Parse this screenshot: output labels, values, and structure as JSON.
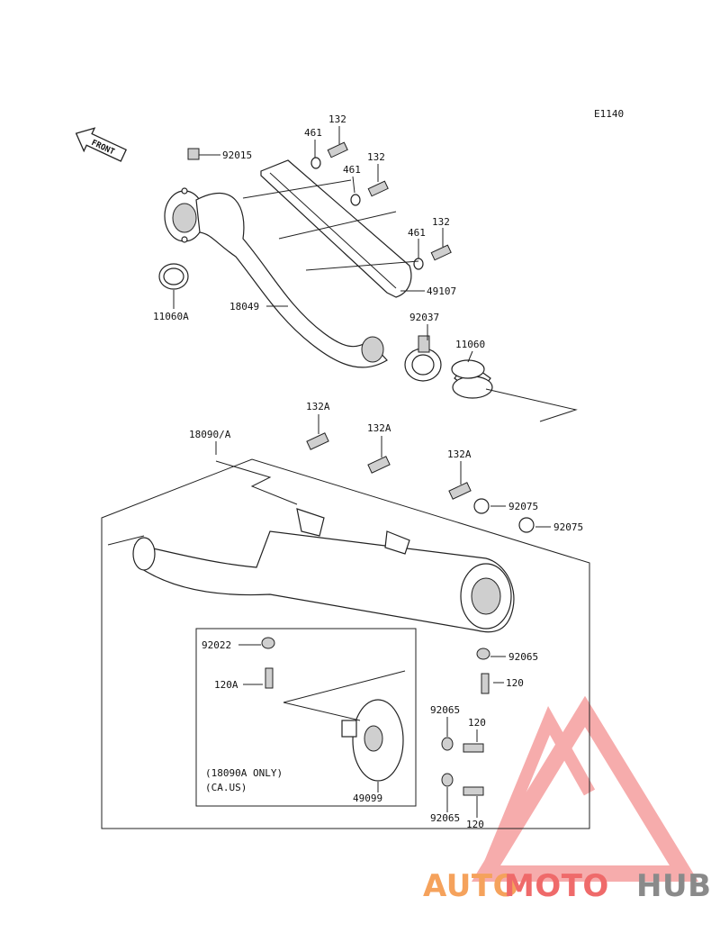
{
  "diagram_code": "E1140",
  "front_label": "FRONT",
  "parts": {
    "p92015": "92015",
    "p461a": "461",
    "p132a": "132",
    "p461b": "461",
    "p132b": "132",
    "p461c": "461",
    "p132c": "132",
    "p11060A": "11060A",
    "p18049": "18049",
    "p49107": "49107",
    "p92037": "92037",
    "p11060": "11060",
    "p18090A": "18090/A",
    "p132A_1": "132A",
    "p132A_2": "132A",
    "p132A_3": "132A",
    "p92075_1": "92075",
    "p92075_2": "92075",
    "p92022": "92022",
    "p120A": "120A",
    "p92065_1": "92065",
    "p120_1": "120",
    "p92065_2": "92065",
    "p120_2": "120",
    "p92065_3": "92065",
    "p120_3": "120",
    "p49099": "49099"
  },
  "note_line1": "(18090A ONLY)",
  "note_line2": "(CA.US)",
  "watermark": {
    "part1": "AUTO",
    "part2": "MOTO",
    "part3": "HUB",
    "color_orange": "#f5a25c",
    "color_red": "#ef6a6a",
    "color_grey": "#8a8a8a"
  }
}
